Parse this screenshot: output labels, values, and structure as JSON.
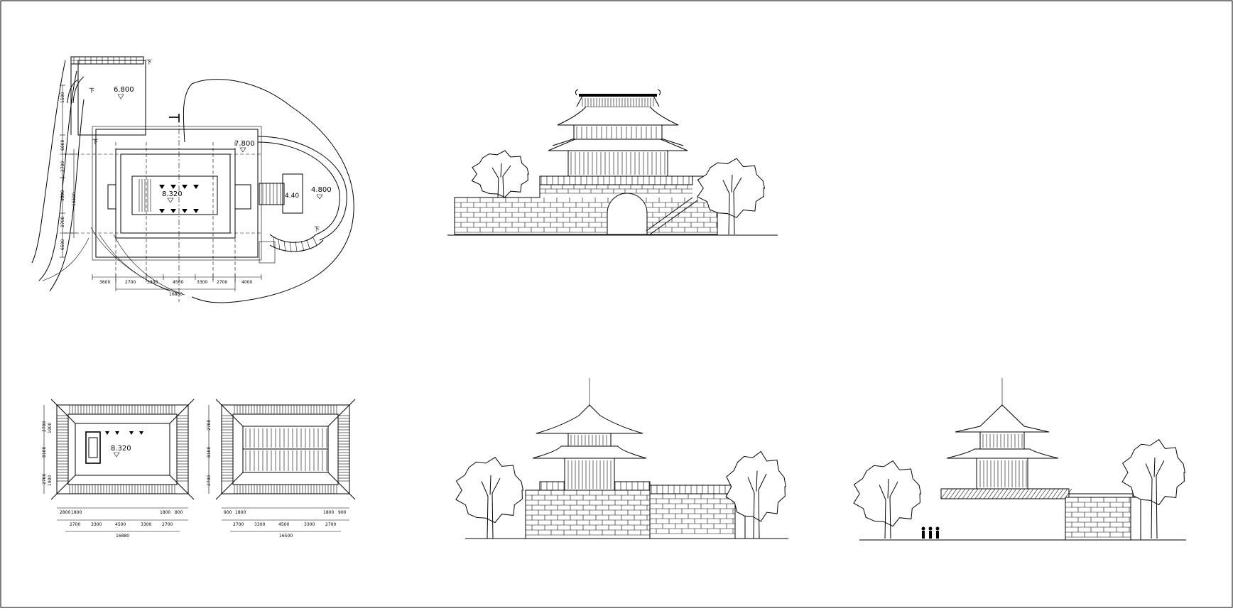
{
  "site_plan": {
    "elevations": [
      "6.800",
      "7.800",
      "8.320",
      "4.800",
      "4.40"
    ],
    "arrow_label": "下",
    "dims_bottom": [
      "3600",
      "2700",
      "3300",
      "4500",
      "3300",
      "2700",
      "4000"
    ],
    "dim_total": "16880",
    "dims_left": [
      "1500",
      "6000",
      "2700",
      "3300",
      "2700",
      "6500"
    ],
    "dim_left_total": "16500"
  },
  "roof_plan_1": {
    "elevation": "8.320",
    "dims_bottom_top": [
      "2800",
      "1800",
      "1800",
      "800"
    ],
    "dims_bottom": [
      "2700",
      "3300",
      "4500",
      "3300",
      "2700"
    ],
    "dim_total": "16880",
    "dims_left": [
      "2700",
      "1900",
      "8100",
      "2700",
      "1900"
    ]
  },
  "roof_plan_2": {
    "dims_bottom_top": [
      "900",
      "1800",
      "1800",
      "900"
    ],
    "dims_bottom": [
      "2700",
      "3300",
      "4500",
      "3300",
      "2700"
    ],
    "dim_total": "16500",
    "dims_left": [
      "2700",
      "8100",
      "2700"
    ]
  },
  "elevations_views": [
    "front-elevation",
    "side-elevation",
    "section-elevation"
  ]
}
